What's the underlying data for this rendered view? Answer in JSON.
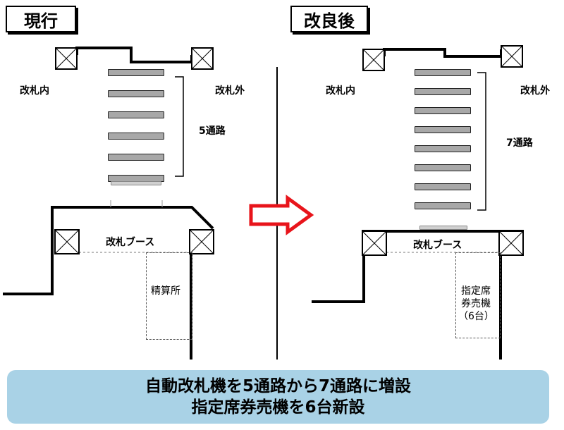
{
  "before": {
    "title": "現行",
    "label_inside": "改札内",
    "label_outside": "改札外",
    "gate_count_label": "5通路",
    "booth_label": "改札ブース",
    "office_label": "精算所"
  },
  "after": {
    "title": "改良後",
    "label_inside": "改札内",
    "label_outside": "改札外",
    "gate_count_label": "7通路",
    "booth_label": "改札ブース",
    "machine_label_line1": "指定席",
    "machine_label_line2": "券売機",
    "machine_label_line3": "（6台）"
  },
  "summary": {
    "line1": "自動改札機を5通路から7通路に増設",
    "line2": "指定席券売機を6台新設"
  },
  "colors": {
    "arrow": "#e8141b",
    "band": "#a9d2e6"
  }
}
